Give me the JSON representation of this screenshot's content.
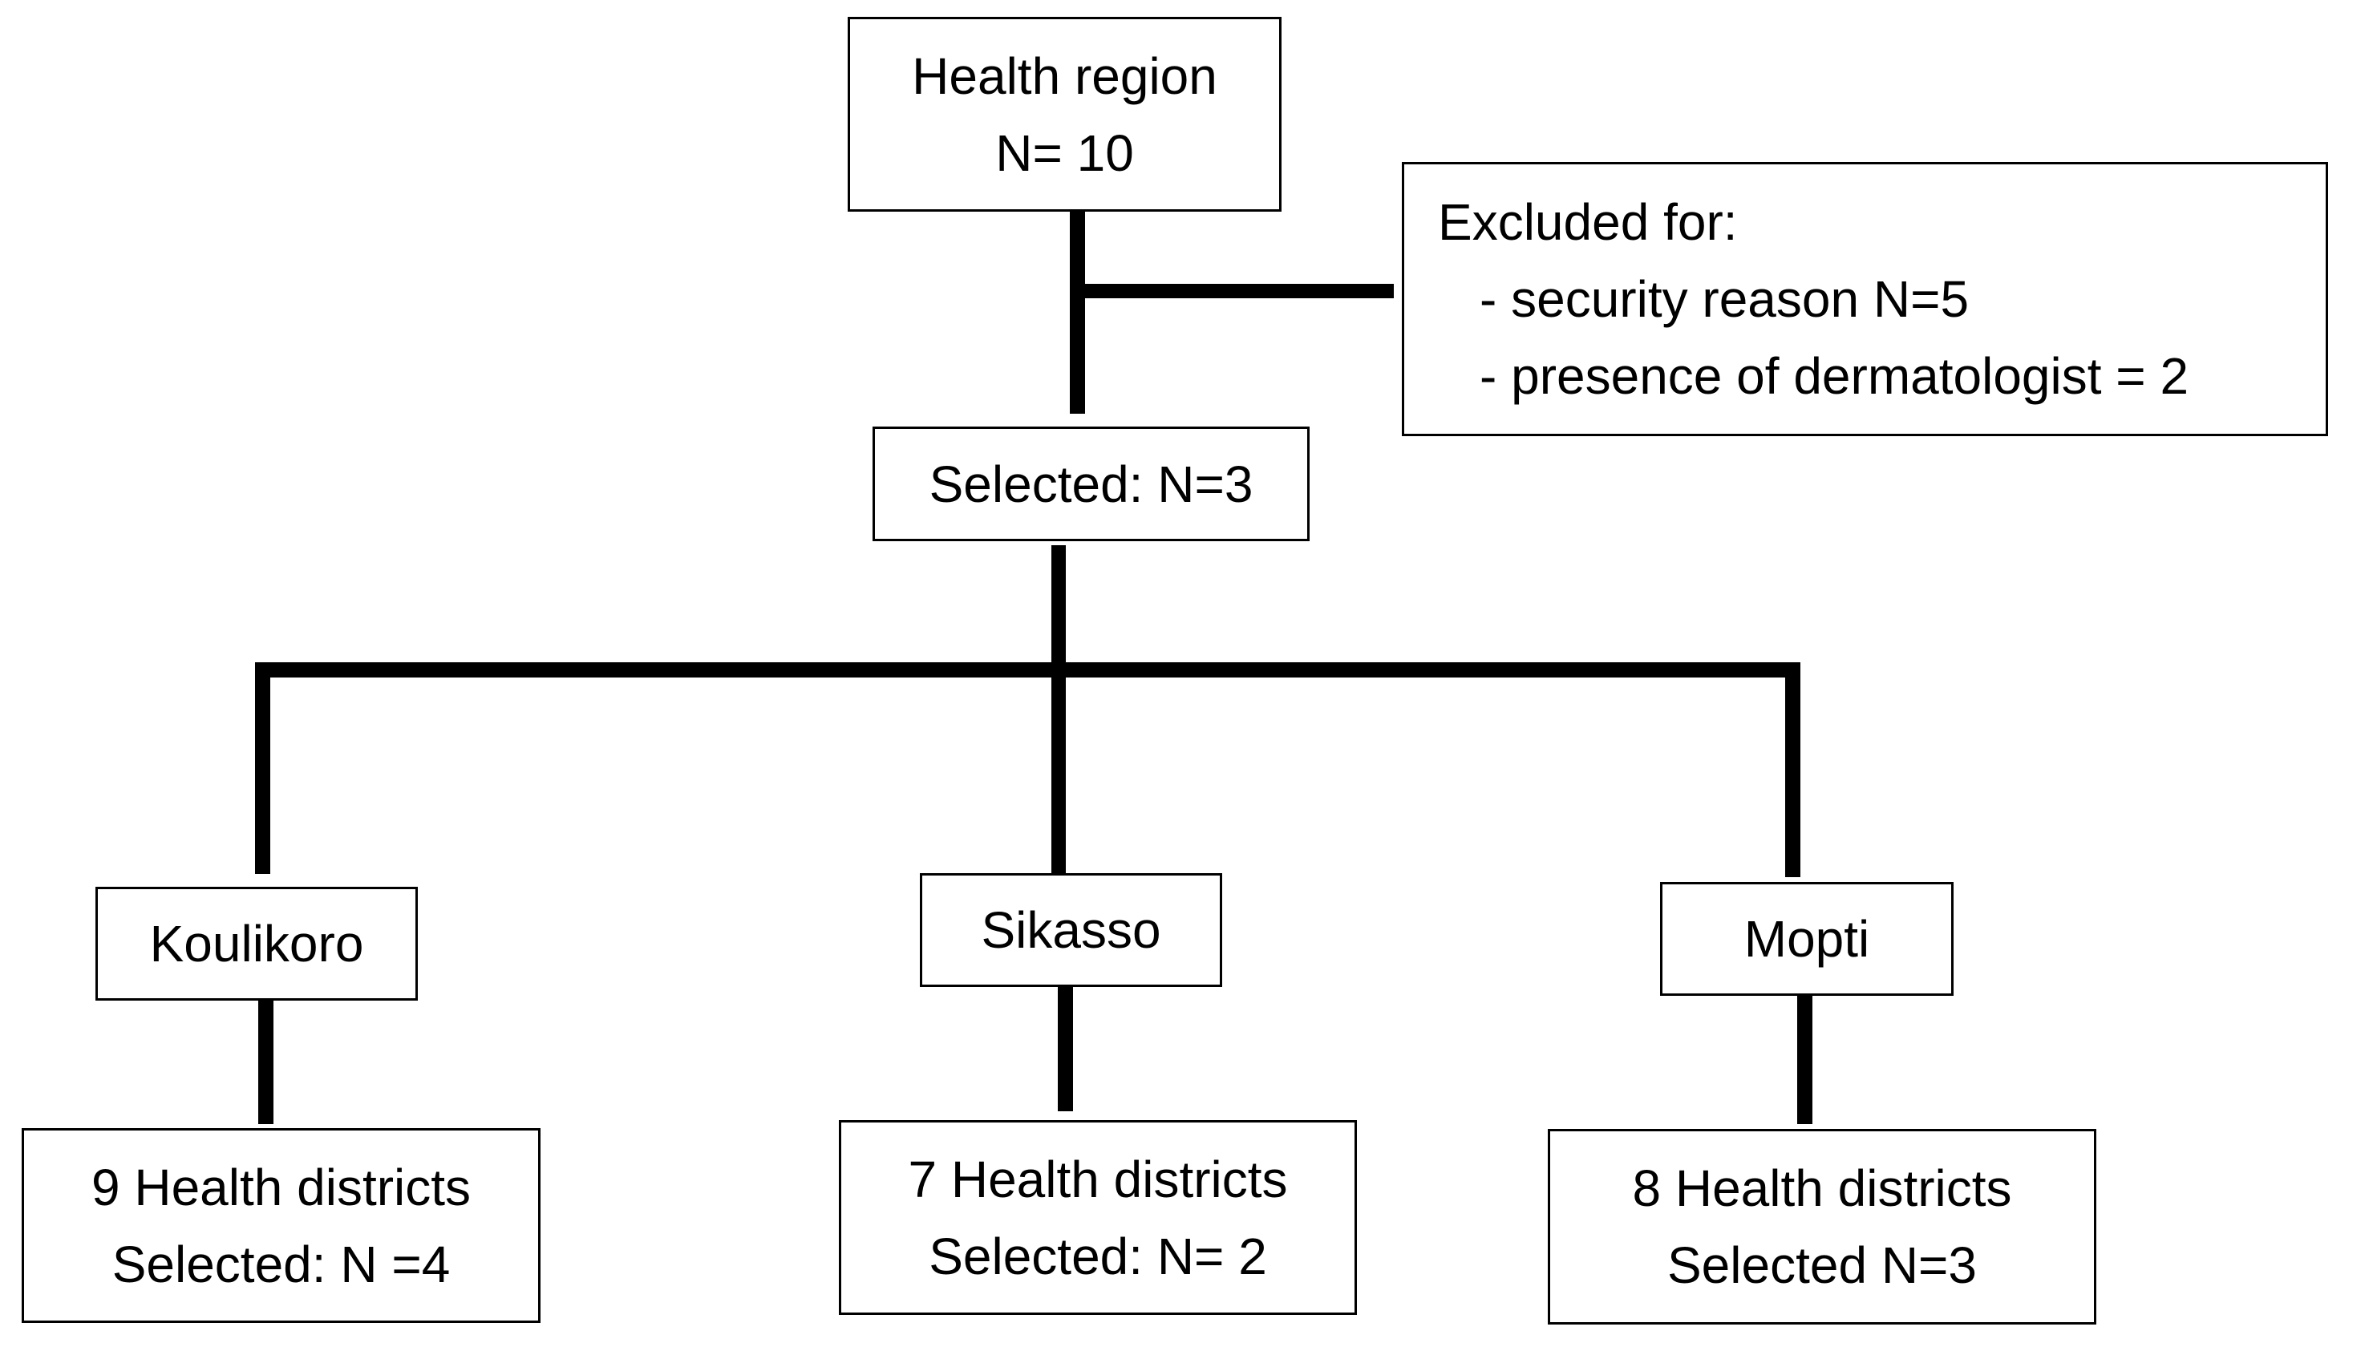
{
  "diagram": {
    "top": {
      "line1": "Health region",
      "line2": "N= 10"
    },
    "excluded": {
      "heading": "Excluded for:",
      "items": [
        "- security reason N=5",
        "- presence of dermatologist = 2"
      ]
    },
    "selected": {
      "label": "Selected: N=3"
    },
    "regions": [
      {
        "name": "Koulikoro",
        "districts": "9 Health districts",
        "selected": "Selected: N =4"
      },
      {
        "name": "Sikasso",
        "districts": "7 Health districts",
        "selected": "Selected: N= 2"
      },
      {
        "name": "Mopti",
        "districts": "8 Health districts",
        "selected": "Selected N=3"
      }
    ]
  }
}
